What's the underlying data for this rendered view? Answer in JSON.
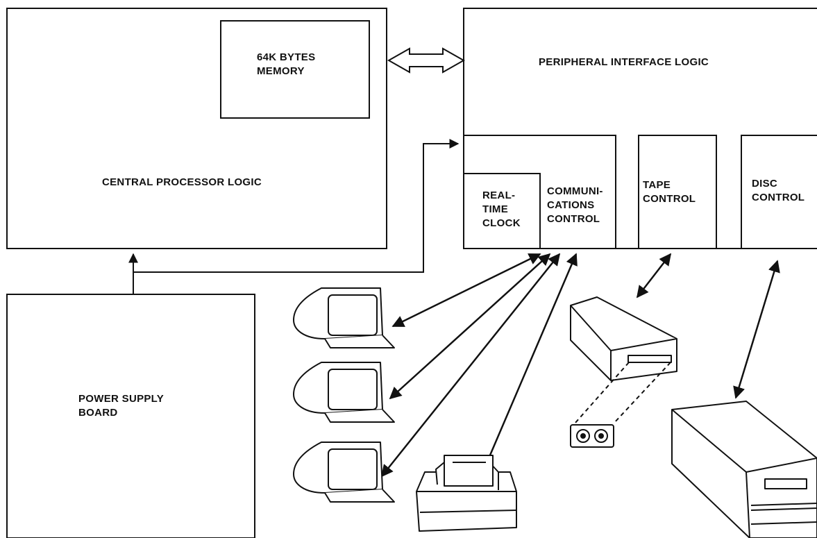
{
  "blocks": {
    "central_processor": "CENTRAL PROCESSOR  LOGIC",
    "memory": "64K BYTES\nMEMORY",
    "peripheral_interface": "PERIPHERAL INTERFACE  LOGIC",
    "real_time_clock": "REAL-\nTIME\nCLOCK",
    "communications_control": "COMMUNI-\nCATIONS\nCONTROL",
    "tape_control": "TAPE\nCONTROL",
    "disc_control": "DISC\nCONTROL",
    "power_supply": "POWER SUPPLY\nBOARD"
  },
  "icons": [
    "crt-terminal-icon",
    "crt-terminal-icon",
    "crt-terminal-icon",
    "printer-icon",
    "tape-drive-icon",
    "tape-cassette-icon",
    "disc-drive-icon"
  ]
}
